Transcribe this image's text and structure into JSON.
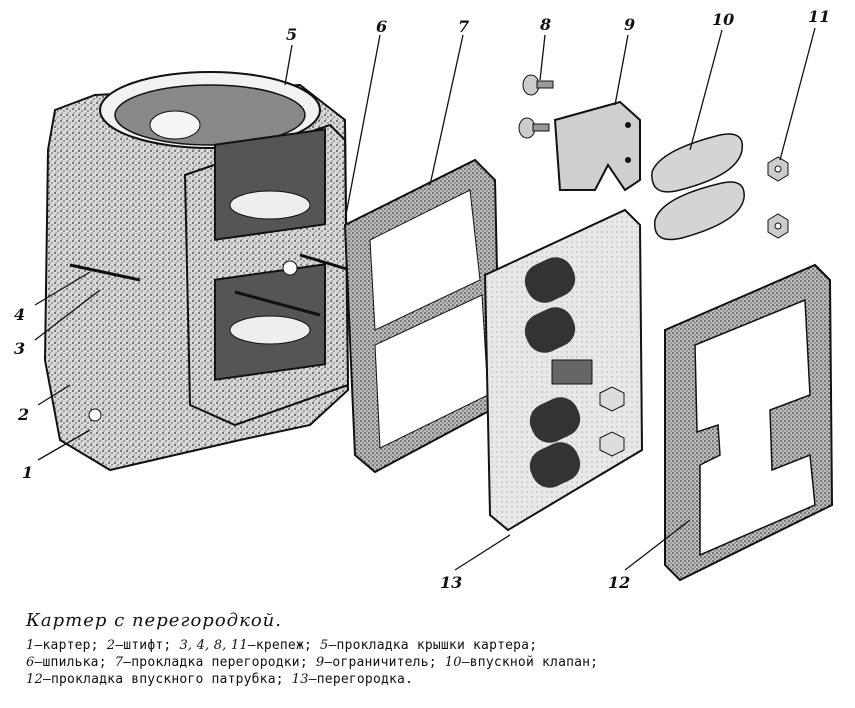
{
  "labels": {
    "l1": "1",
    "l2": "2",
    "l3": "3",
    "l4": "4",
    "l5": "5",
    "l6": "6",
    "l7": "7",
    "l8": "8",
    "l9": "9",
    "l10": "10",
    "l11": "11",
    "l12": "12",
    "l13": "13"
  },
  "caption": {
    "title": "Картер с перегородкой.",
    "legend": [
      {
        "num": "1",
        "text": "—картер;"
      },
      {
        "num": "2",
        "text": "—штифт;"
      },
      {
        "num": "3, 4, 8, 11",
        "text": "—крепеж;"
      },
      {
        "num": "5",
        "text": "—прокладка крышки картера;"
      },
      {
        "num": "6",
        "text": "—шпилька;"
      },
      {
        "num": "7",
        "text": "—прокладка перегородки;"
      },
      {
        "num": "9",
        "text": "—ограничитель;"
      },
      {
        "num": "10",
        "text": "—впускной клапан;"
      },
      {
        "num": "12",
        "text": "—прокладка впускного патрубка;"
      },
      {
        "num": "13",
        "text": "—перегородка."
      }
    ]
  }
}
